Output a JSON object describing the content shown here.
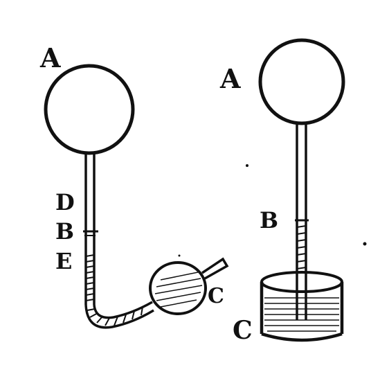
{
  "figure": {
    "ink_color": "#111111",
    "paper_color": "#ffffff",
    "left_apparatus": {
      "bulb_label": "A",
      "scale_labels": [
        "D",
        "B",
        "E"
      ],
      "reservoir_label": "C"
    },
    "right_apparatus": {
      "bulb_label": "A",
      "tube_label": "B",
      "vessel_label": "C"
    }
  }
}
